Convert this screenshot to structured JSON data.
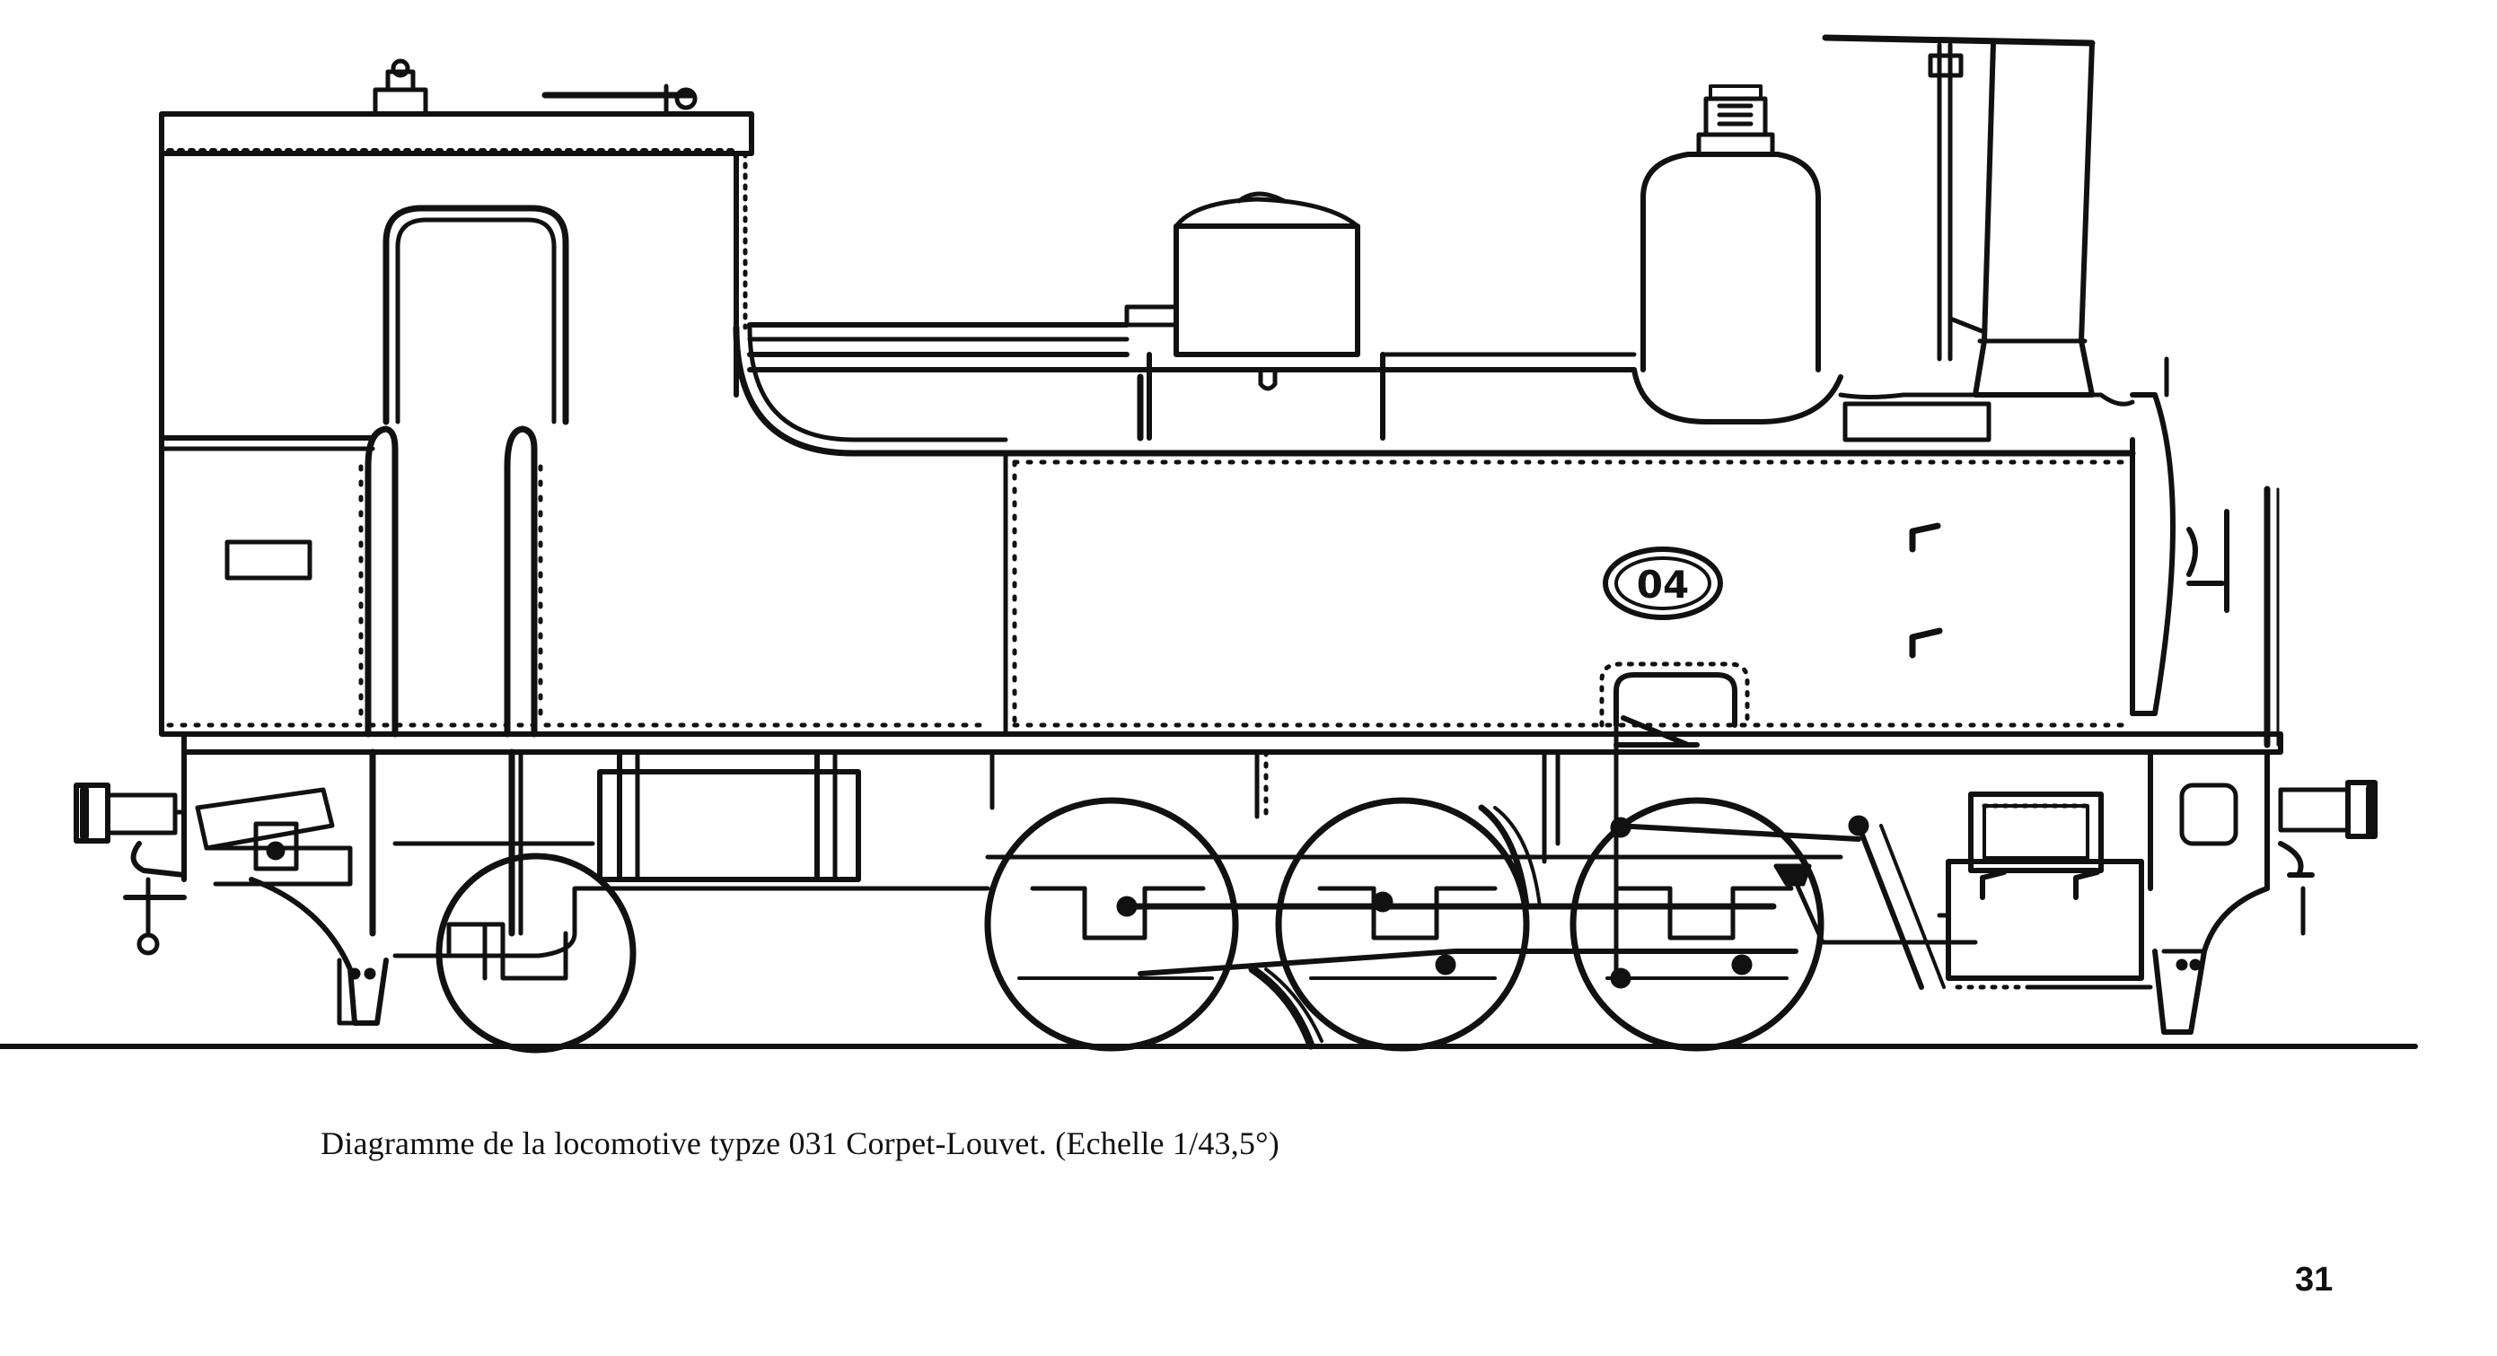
{
  "diagram": {
    "number_plate": "04"
  },
  "caption": "Diagramme de la locomotive typze 031 Corpet-Louvet. (Echelle 1/43,5°)",
  "page_number": "31",
  "colors": {
    "ink": "#111111",
    "paper": "#ffffff"
  }
}
